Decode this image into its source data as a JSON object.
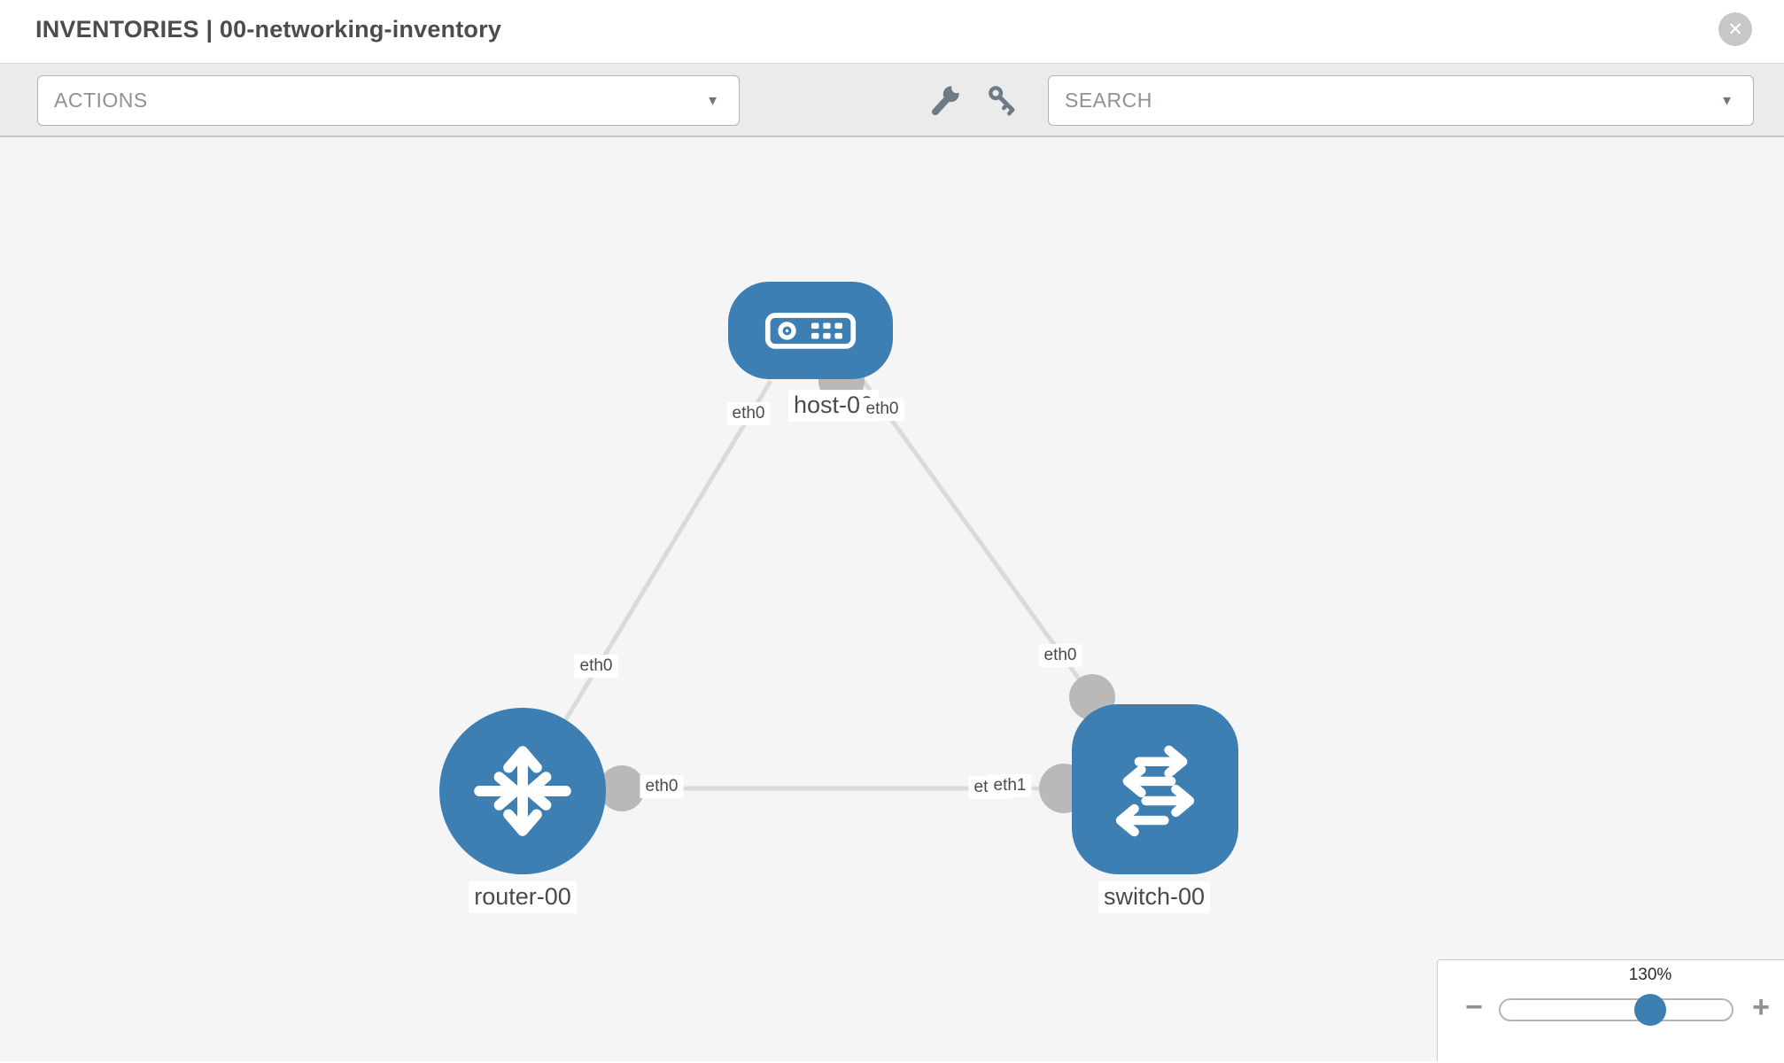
{
  "header": {
    "title": "INVENTORIES | 00-networking-inventory",
    "close_icon": "✕"
  },
  "toolbar": {
    "actions_label": "ACTIONS",
    "search_label": "SEARCH",
    "caret": "▼",
    "icons": [
      "wrench-icon",
      "key-icon"
    ]
  },
  "topology": {
    "colors": {
      "node_blue": "#3d7eb3",
      "port_gray": "#b9b9b9",
      "link_gray": "#dadada",
      "canvas_bg": "#f5f5f5"
    },
    "nodes": [
      {
        "id": "host-00",
        "type": "host",
        "label": "host-00"
      },
      {
        "id": "router-00",
        "type": "router",
        "label": "router-00"
      },
      {
        "id": "switch-00",
        "type": "switch",
        "label": "switch-00"
      }
    ],
    "links": [
      {
        "from": "host-00",
        "to": "router-00",
        "from_interface": "eth0",
        "to_interface": "eth0"
      },
      {
        "from": "host-00",
        "to": "switch-00",
        "from_interface": "eth0",
        "to_interface": "eth0"
      },
      {
        "from": "router-00",
        "to": "switch-00",
        "from_interface": "eth0",
        "to_interface": "eth1"
      }
    ],
    "labels": {
      "host": "host-00",
      "router": "router-00",
      "switch": "switch-00",
      "eth_host_left": "eth0",
      "eth_host_right": "eth0",
      "eth_router_up": "eth0",
      "eth_router_right": "eth0",
      "eth_switch_top": "eth0",
      "eth_switch_left_under": "eth0",
      "eth_switch_left_over": "eth1"
    }
  },
  "zoom_control": {
    "level": "130%",
    "minus": "−",
    "plus": "+",
    "slider_percent": 65
  }
}
